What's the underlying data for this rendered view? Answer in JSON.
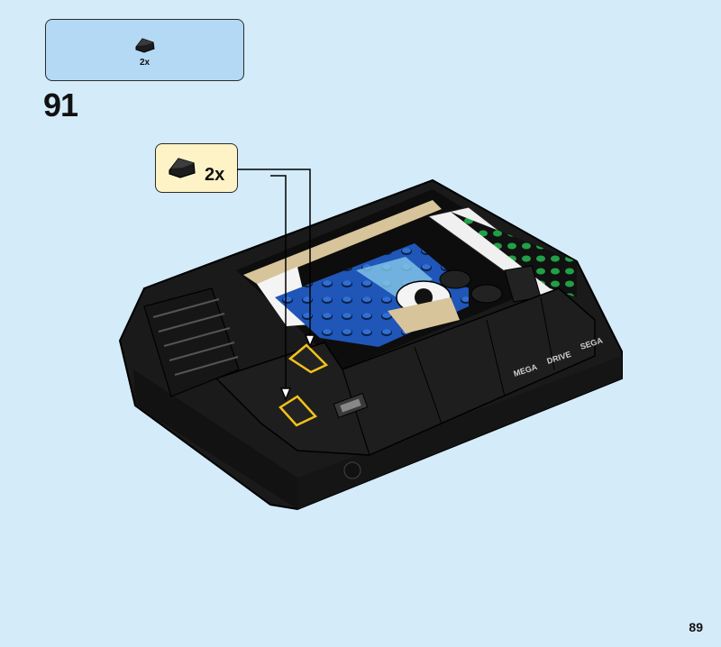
{
  "parts_list": {
    "quantity": "2x",
    "icon": "slope-brick-icon"
  },
  "step": {
    "number": "91"
  },
  "callout": {
    "quantity": "2x",
    "icon": "slope-brick-icon"
  },
  "model": {
    "labels": [
      "MEGA",
      "DRIVE",
      "SEGA"
    ],
    "colors": {
      "body": "#1a1a1a",
      "highlight": "#f2c21b",
      "studs_blue": "#1f56b8",
      "studs_green": "#21a046",
      "tan": "#d8c49a"
    }
  },
  "page": {
    "number": "89"
  }
}
